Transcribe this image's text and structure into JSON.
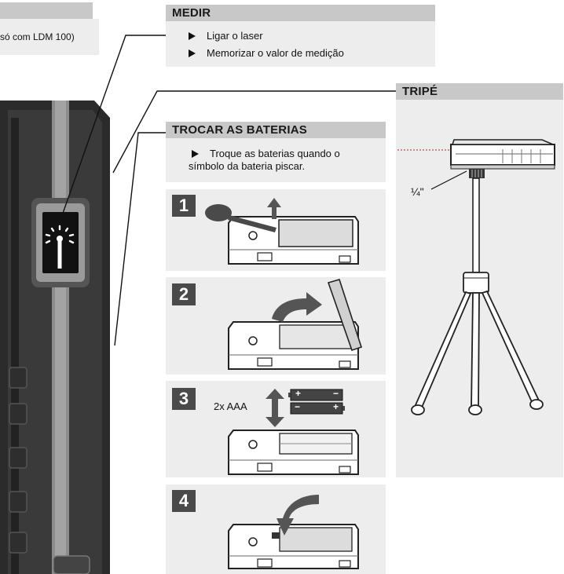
{
  "top_left": {
    "fragment": "só com LDM 100)"
  },
  "medir": {
    "title": "MEDIR",
    "items": [
      "Ligar o laser",
      "Memorizar o valor de medição"
    ]
  },
  "tripe": {
    "title": "TRIPÉ",
    "thread_label": "¼\""
  },
  "baterias": {
    "title": "TROCAR AS BATERIAS",
    "instruction_line1": "Troque as baterias quando o",
    "instruction_line2": "símbolo da bateria piscar.",
    "steps": [
      {
        "num": "1"
      },
      {
        "num": "2"
      },
      {
        "num": "3",
        "battery_label": "2x AAA",
        "plus": "+",
        "minus": "−"
      },
      {
        "num": "4"
      }
    ]
  },
  "colors": {
    "header_gray": "#c8c8c8",
    "panel_gray": "#ededed",
    "device_dark": "#2b2b2b",
    "laser_red": "#d9434a"
  }
}
